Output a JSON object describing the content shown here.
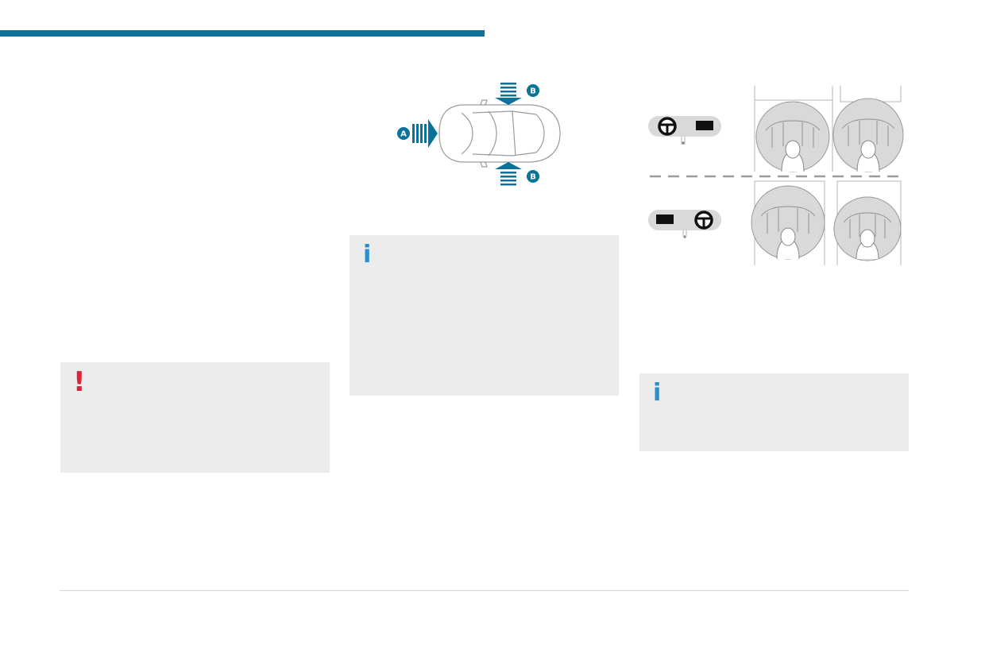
{
  "colors": {
    "accent": "#0b7399",
    "warning": "#e0203a",
    "info": "#2a8fd0",
    "panel": "#ececec"
  },
  "warning_box": {
    "icon": "!",
    "icon_name": "warning-exclamation-icon"
  },
  "info_box_middle": {
    "icon": "i",
    "icon_name": "info-icon"
  },
  "info_box_right": {
    "icon": "i",
    "icon_name": "info-icon"
  },
  "impact_diagram": {
    "labels": {
      "front": "A",
      "side_top": "B",
      "side_bottom": "B"
    }
  }
}
